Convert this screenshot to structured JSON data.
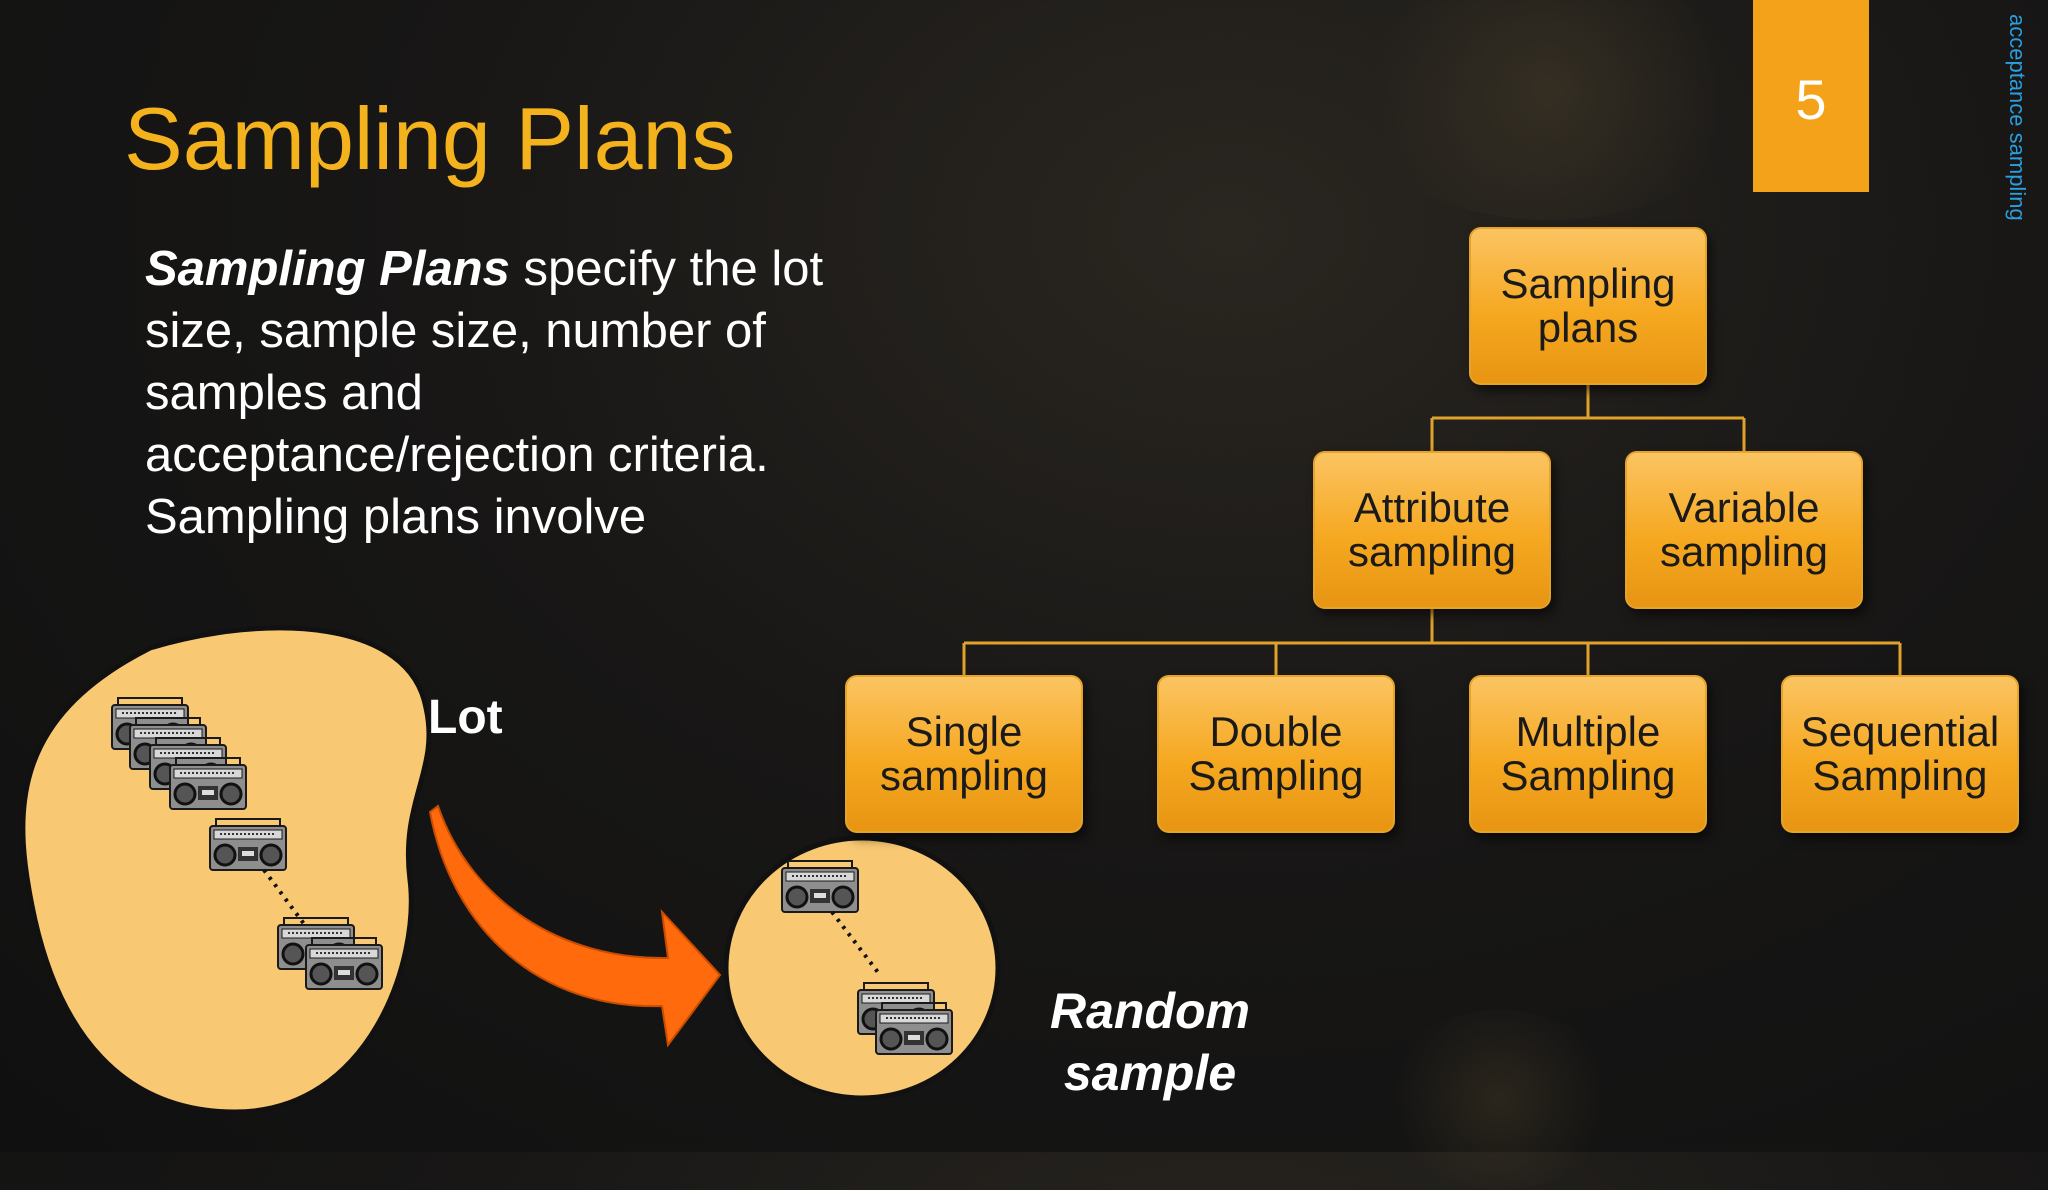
{
  "slide": {
    "title": "Sampling Plans",
    "page_number": "5",
    "side_label": "acceptance sampling"
  },
  "description": {
    "term": "Sampling Plans",
    "text": " specify the lot size, sample size, number of samples and acceptance/rejection criteria. Sampling plans involve"
  },
  "tree": {
    "root": "Sampling plans",
    "level1": [
      "Attribute sampling",
      "Variable sampling"
    ],
    "level2": [
      "Single sampling",
      "Double Sampling",
      "Multiple Sampling",
      "Sequential Sampling"
    ]
  },
  "illustration": {
    "lot_label": "Lot",
    "sample_label": "Random sample",
    "item_icon": "boombox-icon",
    "arrow_icon": "curved-arrow-icon"
  },
  "colors": {
    "accent": "#f4b21d",
    "badge": "#f3a21a",
    "node_fill": "#f6a820",
    "connector": "#e1a22b",
    "blob_fill": "#f9c872",
    "arrow": "#ff6a0d",
    "side_label": "#2a9fe0"
  }
}
